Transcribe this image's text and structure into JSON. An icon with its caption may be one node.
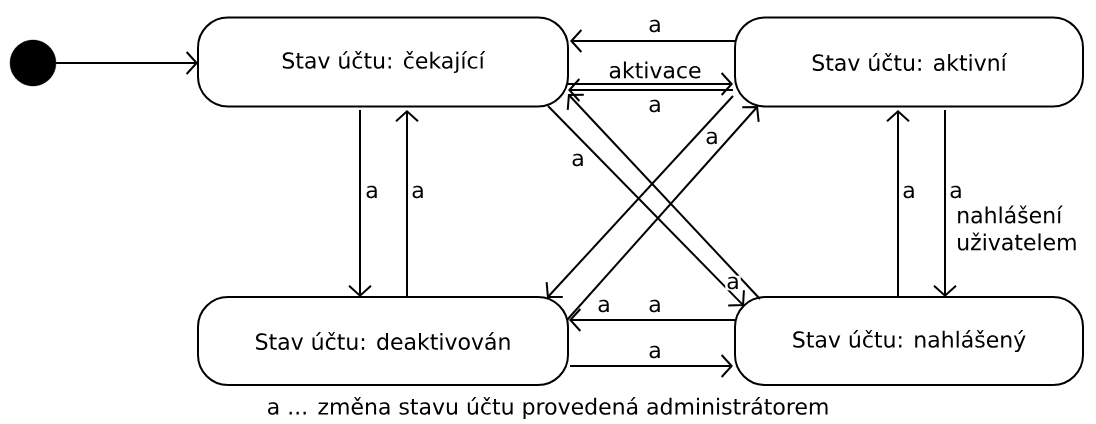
{
  "diagram": {
    "caption": "a ... změna stavu účtu provedená administrátorem",
    "nodes": [
      {
        "text": [],
        "shape": "circle"
      },
      {
        "text": [
          "Stav účtu: čekající"
        ]
      },
      {
        "text": [
          "Stav účtu: aktivní"
        ]
      },
      {
        "text": [
          "Stav účtu: deaktivován"
        ]
      },
      {
        "text": [
          "Stav účtu: nahlášený"
        ]
      }
    ],
    "edges": [
      {
        "from": 0,
        "to": 1,
        "arrow": "to"
      },
      {
        "from": 2,
        "to": 1,
        "arrow": "to",
        "label": "a"
      },
      {
        "from": 1,
        "to": 2,
        "arrow": "to",
        "label": "aktivace"
      },
      {
        "from": 2,
        "to": 1,
        "arrow": "to",
        "label": "a"
      },
      {
        "from": 1,
        "to": 3,
        "arrow": "to",
        "label": "a"
      },
      {
        "from": 3,
        "to": 1,
        "arrow": "to",
        "label": "a"
      },
      {
        "from": 1,
        "to": 4,
        "arrow": "to",
        "label": "a"
      },
      {
        "from": 4,
        "to": 1,
        "arrow": "to",
        "label": "a"
      },
      {
        "from": 2,
        "to": 3,
        "arrow": "to",
        "label": "a"
      },
      {
        "from": 3,
        "to": 2,
        "arrow": "to",
        "label": "a"
      },
      {
        "from": 4,
        "to": 3,
        "arrow": "to",
        "label": "a"
      },
      {
        "from": 3,
        "to": 4,
        "arrow": "to",
        "label": "a"
      },
      {
        "from": 4,
        "to": 2,
        "arrow": "to",
        "label": "a"
      },
      {
        "from": 2,
        "to": 4,
        "arrow": "to",
        "label": "a"
      }
    ],
    "labels": [
      "nahlášení uživatelem"
    ]
  }
}
